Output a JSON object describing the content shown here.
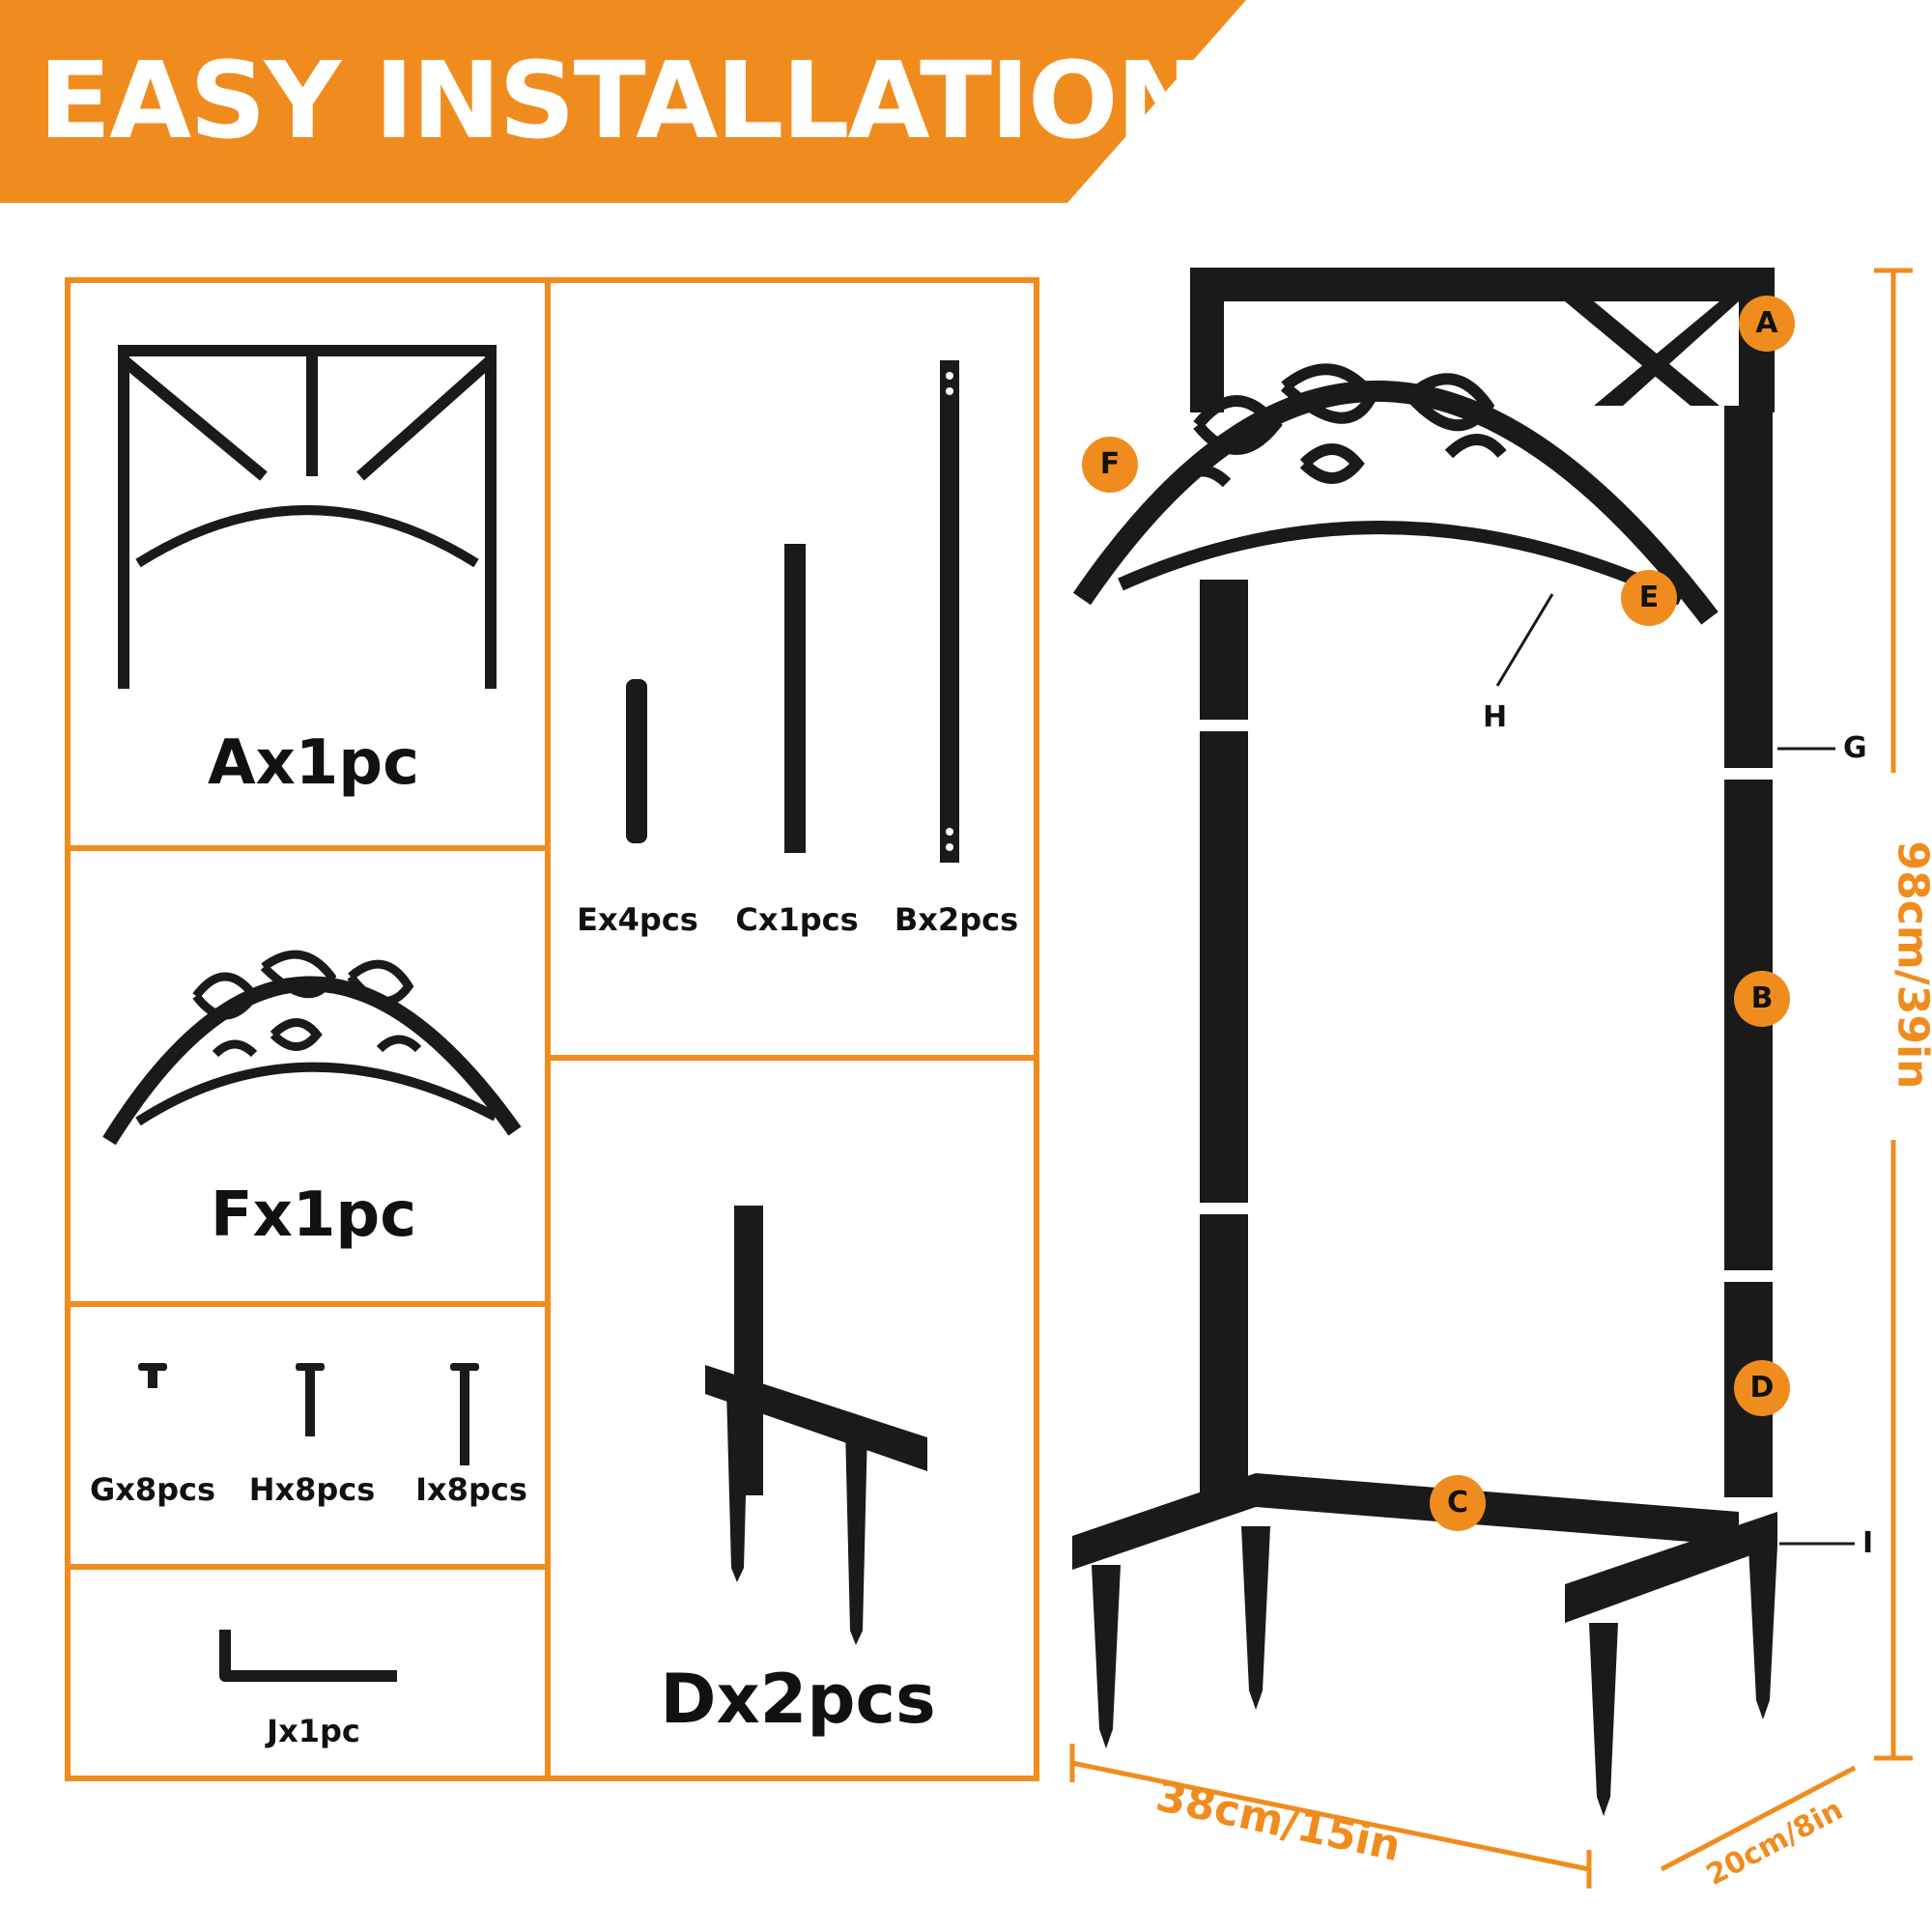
{
  "header": {
    "title": "EASY INSTALLATION"
  },
  "parts": {
    "A": "Ax1pc",
    "F": "Fx1pc",
    "E": "Ex4pcs",
    "C": "Cx1pcs",
    "B": "Bx2pcs",
    "G": "Gx8pcs",
    "H": "Hx8pcs",
    "I": "Ix8pcs",
    "J": "Jx1pc",
    "D": "Dx2pcs"
  },
  "callouts": {
    "A": "A",
    "B": "B",
    "C": "C",
    "D": "D",
    "E": "E",
    "F": "F",
    "G": "G",
    "H": "H",
    "I": "I"
  },
  "dimensions": {
    "height": "98cm/39in",
    "width": "38cm/15in",
    "depth": "20cm/8in"
  },
  "colors": {
    "accent": "#f08c1e",
    "metal": "#1a1a1a"
  }
}
